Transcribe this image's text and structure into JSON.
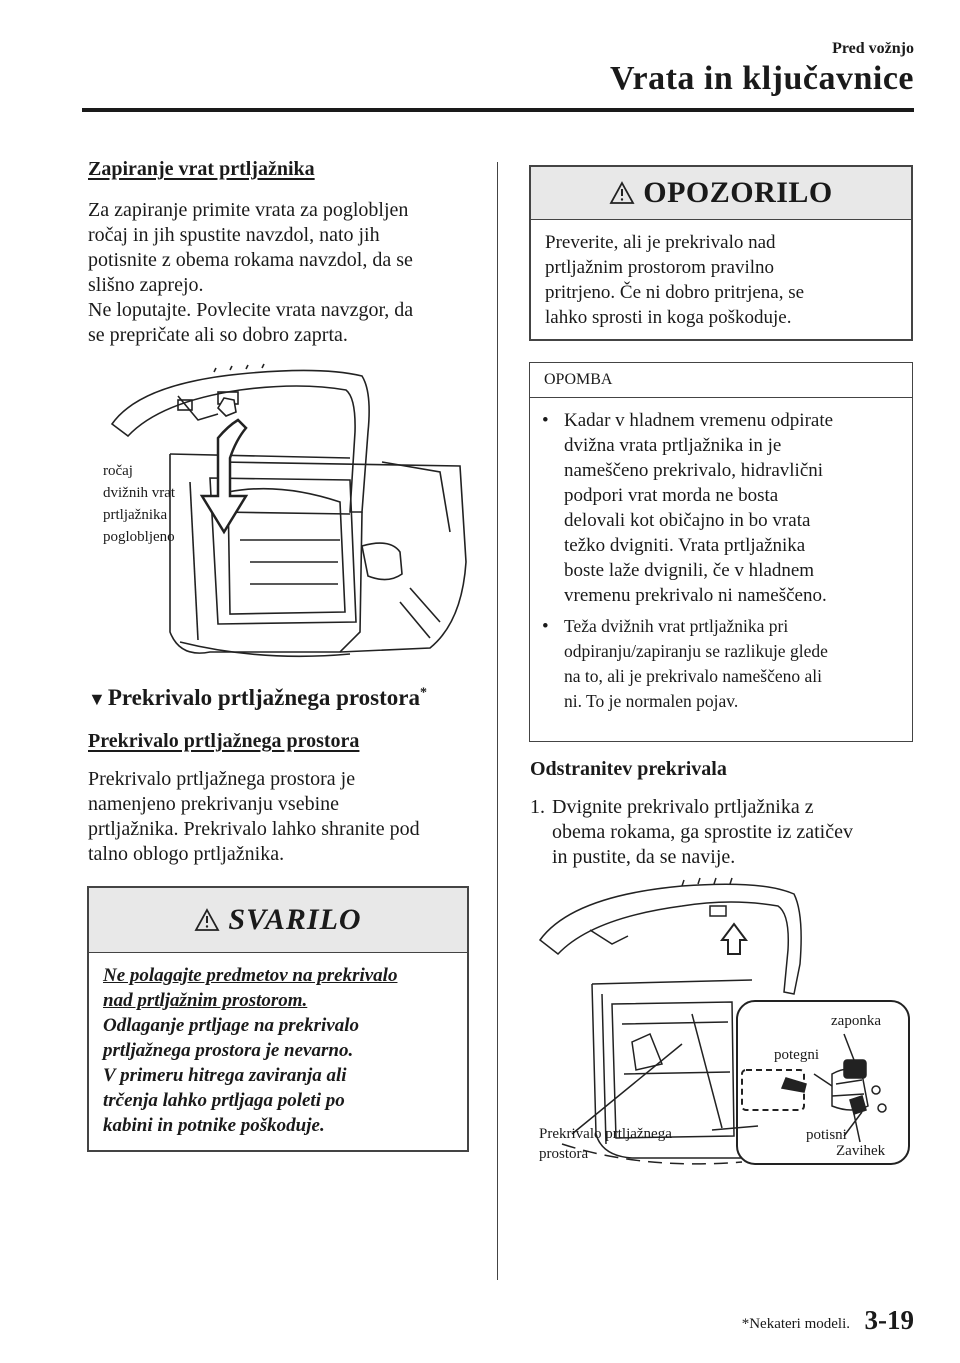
{
  "header": {
    "section": "Pred vožnjo",
    "title": "Vrata in ključavnice"
  },
  "left": {
    "closing_heading": "Zapiranje vrat prtljažnika",
    "closing_text": [
      "Za zapiranje primite vrata za poglobljen",
      "ročaj in jih spustite navzdol, nato jih",
      "potisnite z obema rokama navzdol, da se",
      "slišno zaprejo.",
      "Ne loputajte. Povlecite vrata navzgor, da",
      "se prepričate ali so dobro zaprta."
    ],
    "figure1_labels": [
      "ročaj",
      "dvižnih vrat",
      "prtljažnika",
      "poglobljeno"
    ],
    "section_heading": "Prekrivalo prtljažnega prostora",
    "section_mark": "*",
    "cover_heading": "Prekrivalo prtljažnega prostora",
    "cover_text": [
      "Prekrivalo prtljažnega prostora je",
      "namenjeno prekrivanju vsebine",
      "prtljažnika. Prekrivalo lahko shranite pod",
      "talno oblogo prtljažnika."
    ],
    "caution": {
      "title": "SVARILO",
      "lines_underlined": [
        "Ne polagajte predmetov na prekrivalo",
        "nad prtljažnim prostorom."
      ],
      "lines": [
        "Odlaganje prtljage na prekrivalo",
        "prtljažnega prostora je nevarno.",
        "V primeru hitrega zaviranja ali",
        "trčenja lahko prtljaga poleti po",
        "kabini in potnike poškoduje."
      ]
    }
  },
  "right": {
    "warning": {
      "title": "OPOZORILO",
      "lines": [
        "Preverite, ali je prekrivalo nad",
        "prtljažnim prostorom pravilno",
        "pritrjeno. Če ni dobro pritrjena, se",
        "lahko sprosti in koga poškoduje."
      ]
    },
    "note": {
      "title": "OPOMBA",
      "bullet_symbol": "•",
      "bullet1": [
        "Kadar v hladnem vremenu odpirate",
        "dvižna vrata prtljažnika in je",
        "nameščeno prekrivalo, hidravlični",
        "podpori vrat morda ne bosta",
        "delovali kot običajno in bo vrata",
        "težko dvigniti. Vrata prtljažnika",
        "boste laže dvignili, če v hladnem",
        "vremenu prekrivalo ni nameščeno."
      ],
      "bullet2": [
        "Teža dvižnih vrat prtljažnika pri",
        "odpiranju/zapiranju se razlikuje glede",
        "na to, ali je prekrivalo nameščeno ali",
        "ni. To je normalen pojav."
      ]
    },
    "removal_heading": "Odstranitev prekrivala",
    "step1_num": "1.",
    "step1": [
      "Dvignite prekrivalo prtljažnika z",
      "obema rokama, ga sprostite iz zatičev",
      "in pustite, da se navije."
    ],
    "figure2_labels": {
      "latch": "zaponka",
      "pull": "potegni",
      "cover_a": "Prekrivalo prtljažnega",
      "cover_b": "prostora",
      "push": "potisni",
      "hook": "Zavihek"
    }
  },
  "footer": {
    "note": "*Nekateri modeli.",
    "page": "3-19"
  }
}
